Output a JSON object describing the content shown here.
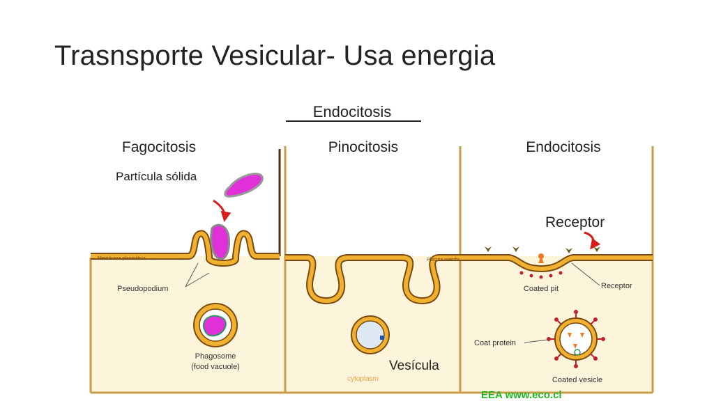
{
  "slide": {
    "title": "Trasnsporte Vesicular- Usa energia"
  },
  "diagram": {
    "header": "Endocitosis",
    "panels": [
      {
        "heading": "Fagocitosis",
        "labels": {
          "particle": "Partícula sólida",
          "membrane": "Membrana plasmática",
          "pseudopodium": "Pseudopodium",
          "phagosome_line1": "Phagosome",
          "phagosome_line2": "(food vacuole)"
        }
      },
      {
        "heading": "Pinocitosis",
        "labels": {
          "vesicle": "Vesícula",
          "cytoplasm": "cytoplasm",
          "membrane": "Plasma membrane"
        }
      },
      {
        "heading": "Endocitosis",
        "labels": {
          "receptor_big": "Receptor",
          "coated_pit": "Coated pit",
          "receptor_small": "Receptor",
          "coat_protein": "Coat protein",
          "coated_vesicle": "Coated vesicle"
        }
      }
    ],
    "watermark": "EEA www.eco.cl",
    "colors": {
      "membrane_fill": "#f0b030",
      "membrane_stroke": "#7a4a10",
      "cytoplasm": "#fcf5dc",
      "panel_border": "#c89a4a",
      "particle": "#e030d8",
      "vesicle_inner": "#dfe9f4",
      "receptor": "#6b5a1e",
      "coat_spike": "#c0202a",
      "arrow": "#d81c1c",
      "watermark": "#1fb81f"
    }
  }
}
